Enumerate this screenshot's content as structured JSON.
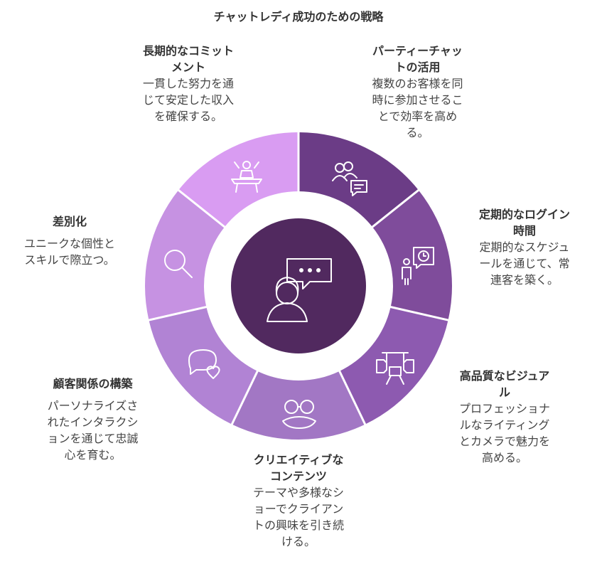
{
  "title": "チャットレディ成功のための戦略",
  "colors": {
    "seg_long_term": "#d99cf2",
    "seg_party": "#6b3c86",
    "seg_login": "#7f4c9b",
    "seg_visual": "#8d5ab0",
    "seg_content": "#a277c4",
    "seg_relationship": "#b183d4",
    "seg_differentiation": "#c692e2",
    "center": "#51295f"
  },
  "segments": [
    {
      "id": "long_term",
      "icon": "celebration-icon",
      "heading": [
        "長期的なコミット",
        "メント"
      ],
      "body": [
        "一貫した努力を通",
        "じて安定した収入",
        "を確保する。"
      ]
    },
    {
      "id": "party",
      "icon": "group-chat-icon",
      "heading": [
        "パーティーチャッ",
        "トの活用"
      ],
      "body": [
        "複数のお客様を同",
        "時に参加させるこ",
        "とで効率を高め",
        "る。"
      ]
    },
    {
      "id": "login",
      "icon": "person-clock-icon",
      "heading": [
        "定期的なログイン",
        "時間"
      ],
      "body": [
        "定期的なスケジュ",
        "ールを通じて、常",
        "連客を築く。"
      ]
    },
    {
      "id": "visual",
      "icon": "photo-studio-icon",
      "heading": [
        "高品質なビジュア",
        "ル"
      ],
      "body": [
        "プロフェッショナ",
        "ルなライティング",
        "とカメラで魅力を",
        "高める。"
      ]
    },
    {
      "id": "content",
      "icon": "disguise-glasses-icon",
      "heading": [
        "クリエイティブな",
        "コンテンツ"
      ],
      "body": [
        "テーマや多様なシ",
        "ョーでクライアン",
        "トの興味を引き続",
        "ける。"
      ]
    },
    {
      "id": "relationship",
      "icon": "chat-heart-icon",
      "heading": [
        "顧客関係の構築"
      ],
      "body": [
        "パーソナライズさ",
        "れたインタラクシ",
        "ョンを通じて忠誠",
        "心を育む。"
      ]
    },
    {
      "id": "differentiation",
      "icon": "magnifier-icon",
      "heading": [
        "差別化"
      ],
      "body": [
        "ユニークな個性と",
        "スキルで際立つ。"
      ]
    }
  ],
  "center_icon": "chat-person-icon"
}
